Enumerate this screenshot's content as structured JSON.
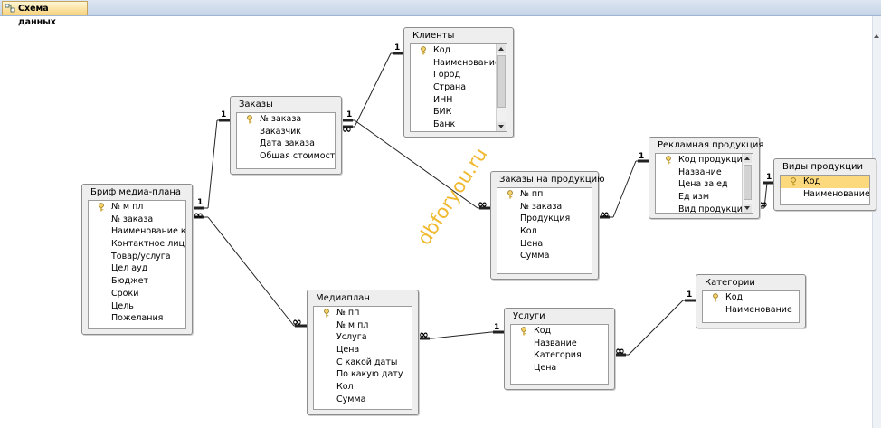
{
  "tab": {
    "title": "Схема данных",
    "icon": "relationships-icon"
  },
  "watermark": "dbforyou.ru",
  "markers": {
    "one": "1",
    "many": "∞"
  },
  "tables": {
    "brief": {
      "title": "Бриф медиа-плана",
      "fields": [
        "№ м пл",
        "№ заказа",
        "Наименование ко",
        "Контактное лицо",
        "Товар/услуга",
        "Цел ауд",
        "Бюджет",
        "Сроки",
        "Цель",
        "Пожелания"
      ]
    },
    "orders": {
      "title": "Заказы",
      "fields": [
        "№ заказа",
        "Заказчик",
        "Дата заказа",
        "Общая стоимость"
      ]
    },
    "clients": {
      "title": "Клиенты",
      "fields": [
        "Код",
        "Наименование",
        "Город",
        "Страна",
        "ИНН",
        "БИК",
        "Банк"
      ]
    },
    "mediaplan": {
      "title": "Медиаплан",
      "fields": [
        "№ пп",
        "№ м пл",
        "Услуга",
        "Цена",
        "С какой даты",
        "По какую дату",
        "Кол",
        "Сумма"
      ]
    },
    "order_products": {
      "title": "Заказы на продукцию",
      "fields": [
        "№ пп",
        "№ заказа",
        "Продукция",
        "Кол",
        "Цена",
        "Сумма"
      ]
    },
    "services": {
      "title": "Услуги",
      "fields": [
        "Код",
        "Название",
        "Категория",
        "Цена"
      ]
    },
    "ad_products": {
      "title": "Рекламная продукция",
      "fields": [
        "Код продукци",
        "Название",
        "Цена за ед",
        "Ед изм",
        "Вид продукци"
      ]
    },
    "product_types": {
      "title": "Виды продукции",
      "fields": [
        "Код",
        "Наименование"
      ]
    },
    "categories": {
      "title": "Категории",
      "fields": [
        "Код",
        "Наименование"
      ]
    }
  }
}
